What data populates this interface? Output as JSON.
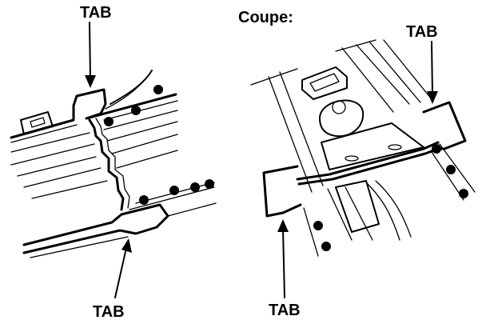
{
  "labels": {
    "left_top_tab": "TAB",
    "left_bottom_tab": "TAB",
    "right_title": "Coupe:",
    "right_top_tab": "TAB",
    "right_bottom_tab": "TAB"
  },
  "colors": {
    "ink": "#000000",
    "paper": "#ffffff"
  }
}
